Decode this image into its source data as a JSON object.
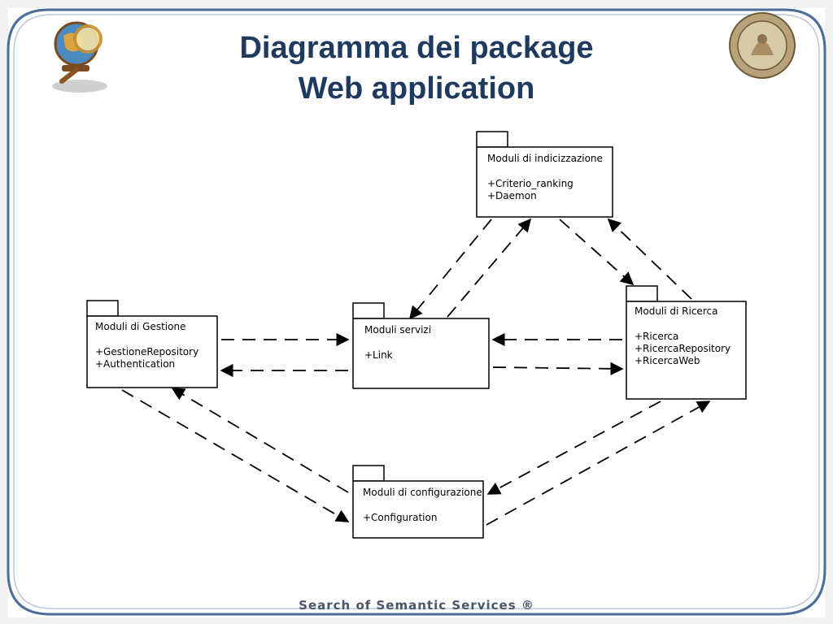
{
  "title": {
    "line1": "Diagramma dei package",
    "line2": "Web application"
  },
  "footer": "Search of Semantic Services ®",
  "logos": {
    "left": "globe-magnifier-logo",
    "right": "university-seal-logo"
  },
  "packages": {
    "indicizzazione": {
      "name": "Moduli di indicizzazione",
      "members": [
        "+Criterio_ranking",
        "+Daemon"
      ]
    },
    "gestione": {
      "name": "Moduli di Gestione",
      "members": [
        "+GestioneRepository",
        "+Authentication"
      ]
    },
    "servizi": {
      "name": "Moduli servizi",
      "members": [
        "+Link"
      ]
    },
    "ricerca": {
      "name": "Moduli di Ricerca",
      "members": [
        "+Ricerca",
        "+RicercaRepository",
        "+RicercaWeb"
      ]
    },
    "configurazione": {
      "name": "Moduli di configurazione",
      "members": [
        "+Configuration"
      ]
    }
  },
  "colors": {
    "title": "#1f3a5f",
    "frame": "#4a6e99",
    "footer": "#4a5566"
  }
}
